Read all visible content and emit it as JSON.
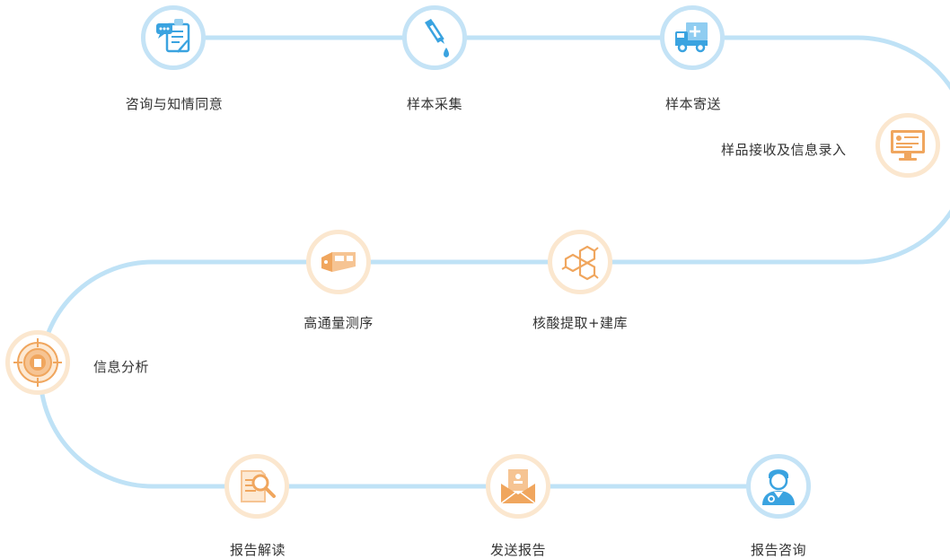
{
  "steps": [
    {
      "id": "consult",
      "label": "咨询与知情同意",
      "icon": "consent-form-icon"
    },
    {
      "id": "collect",
      "label": "样本采集",
      "icon": "dropper-icon"
    },
    {
      "id": "ship",
      "label": "样本寄送",
      "icon": "delivery-truck-icon"
    },
    {
      "id": "receive",
      "label": "样品接收及信息录入",
      "icon": "monitor-icon"
    },
    {
      "id": "extract",
      "label": "核酸提取+建库",
      "icon": "molecule-icon"
    },
    {
      "id": "sequence",
      "label": "高通量测序",
      "icon": "sequencer-icon"
    },
    {
      "id": "analysis",
      "label": "信息分析",
      "icon": "target-icon"
    },
    {
      "id": "interpret",
      "label": "报告解读",
      "icon": "document-magnifier-icon"
    },
    {
      "id": "send",
      "label": "发送报告",
      "icon": "envelope-icon"
    },
    {
      "id": "report-consult",
      "label": "报告咨询",
      "icon": "doctor-icon"
    }
  ],
  "colors": {
    "path": "#bfe2f6",
    "blue_ring": "#c4e3f6",
    "orange_ring": "#fbe7cf",
    "blue_icon": "#3aa3e0",
    "orange_icon": "#f0a65e"
  }
}
